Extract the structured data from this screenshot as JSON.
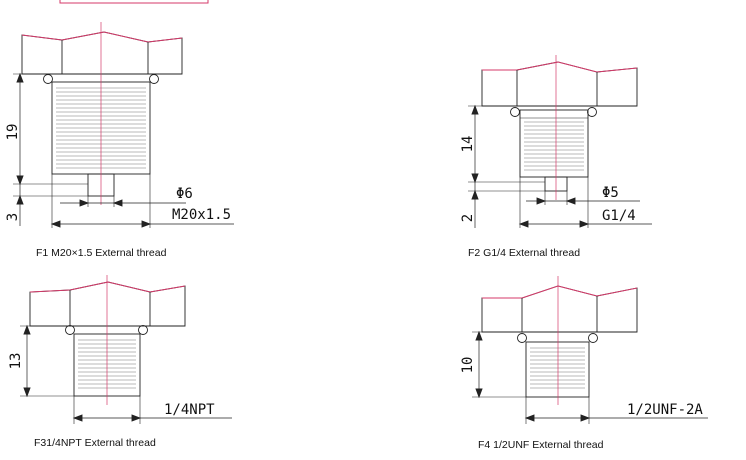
{
  "fittings": [
    {
      "caption": "F1 M20×1.5 External thread",
      "height_label": "19",
      "tip_label": "3",
      "bore_label": "Φ6",
      "thread_label": "M20x1.5"
    },
    {
      "caption": "F2 G1/4 External thread",
      "height_label": "14",
      "tip_label": "2",
      "bore_label": "Φ5",
      "thread_label": "G1/4"
    },
    {
      "caption": "F31/4NPT External thread",
      "height_label": "13",
      "thread_label": "1/4NPT"
    },
    {
      "caption": "F4 1/2UNF External thread",
      "height_label": "10",
      "thread_label": "1/2UNF-2A"
    }
  ],
  "colors": {
    "line": "#222222",
    "thread": "#555555",
    "center_line": "#d43a6a",
    "nut_top": "#d43a6a",
    "header_mark": "#d43a6a"
  }
}
